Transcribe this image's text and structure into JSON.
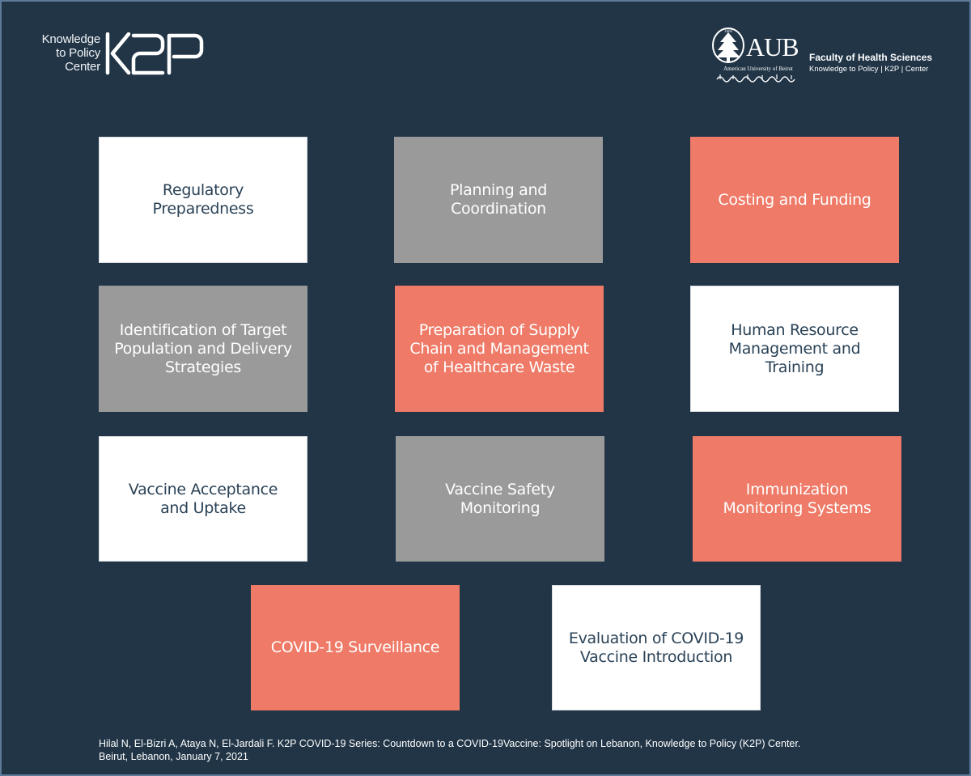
{
  "header": {
    "k2p_lines": [
      "Knowledge",
      "to Policy",
      "Center"
    ],
    "k2p_logo_text": "K2P",
    "aub_year": "1866",
    "aub_wordmark": "AUB",
    "aub_subtitle": "American University of Beirut",
    "fhs_title": "Faculty of Health Sciences",
    "fhs_subtitle": "Knowledge to Policy | K2P | Center"
  },
  "boxes": [
    {
      "label": "Regulatory Preparedness",
      "color": "#ffffff"
    },
    {
      "label": "Planning and Coordination",
      "color": "#9a9a9a"
    },
    {
      "label": "Costing and Funding",
      "color": "#ee7a67"
    },
    {
      "label": "Identification of Target Population and Delivery Strategies",
      "color": "#9a9a9a"
    },
    {
      "label": "Preparation of Supply Chain and Management of Healthcare Waste",
      "color": "#ee7a67"
    },
    {
      "label": "Human Resource Management and Training",
      "color": "#ffffff"
    },
    {
      "label": "Vaccine Acceptance and Uptake",
      "color": "#ffffff"
    },
    {
      "label": "Vaccine Safety Monitoring",
      "color": "#9a9a9a"
    },
    {
      "label": "Immunization Monitoring Systems",
      "color": "#ee7a67"
    },
    {
      "label": "COVID-19 Surveillance",
      "color": "#ee7a67"
    },
    {
      "label": "Evaluation of COVID-19 Vaccine Introduction",
      "color": "#ffffff"
    }
  ],
  "citation": "Hilal N, El-Bizri A, Ataya N, El-Jardali F. K2P  COVID-19 Series: Countdown to a COVID-19Vaccine: Spotlight on Lebanon, Knowledge to Policy (K2P) Center. Beirut, Lebanon, January 7, 2021",
  "colors": {
    "background": "#213547",
    "coral": "#ee7a67",
    "gray": "#9a9a9a",
    "white": "#ffffff",
    "dark_text": "#2a4257"
  }
}
